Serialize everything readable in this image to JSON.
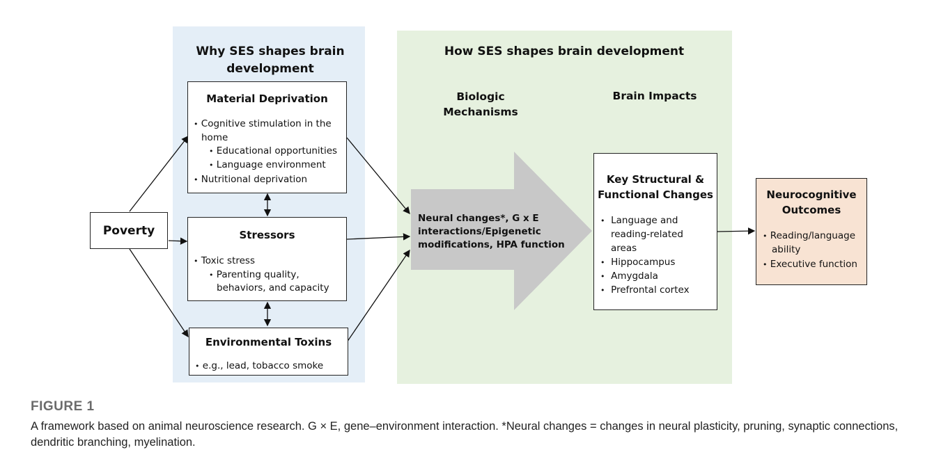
{
  "why_title": "Why SES shapes brain development",
  "how_title": "How SES shapes brain development",
  "poverty": "Poverty",
  "material": {
    "title": "Material Deprivation",
    "b1": "Cognitive stimulation in the",
    "b1b": "home",
    "s1": "Educational opportunities",
    "s2": "Language environment",
    "b2": "Nutritional deprivation"
  },
  "stressors": {
    "title": "Stressors",
    "b1": "Toxic stress",
    "s1": "Parenting quality,",
    "s1b": "behaviors, and capacity"
  },
  "toxins": {
    "title": "Environmental Toxins",
    "b1": "e.g., lead, tobacco smoke"
  },
  "biologic_heading_1": "Biologic",
  "biologic_heading_2": "Mechanisms",
  "brain_heading": "Brain Impacts",
  "neural": {
    "l1": "Neural changes*, G x E",
    "l2": "interactions/Epigenetic",
    "l3": "modifications, HPA function"
  },
  "key": {
    "title1": "Key Structural &",
    "title2": "Functional Changes",
    "i1a": "Language and",
    "i1b": "reading-related",
    "i1c": "areas",
    "i2": "Hippocampus",
    "i3": "Amygdala",
    "i4": "Prefrontal cortex"
  },
  "outcomes": {
    "title1": "Neurocognitive",
    "title2": "Outcomes",
    "i1a": "Reading/language",
    "i1b": "ability",
    "i2": "Executive function"
  },
  "caption": {
    "label": "FIGURE 1",
    "text": "A framework based on animal neuroscience research. G × E, gene–environment interaction. *Neural changes = changes in neural plasticity, pruning, synaptic connections, dendritic branching, myelination."
  },
  "colors": {
    "why_panel": "#e4eef7",
    "how_panel": "#e6f1df",
    "big_arrow": "#c8c8c8",
    "outcomes_fill": "#f8e3d3"
  }
}
